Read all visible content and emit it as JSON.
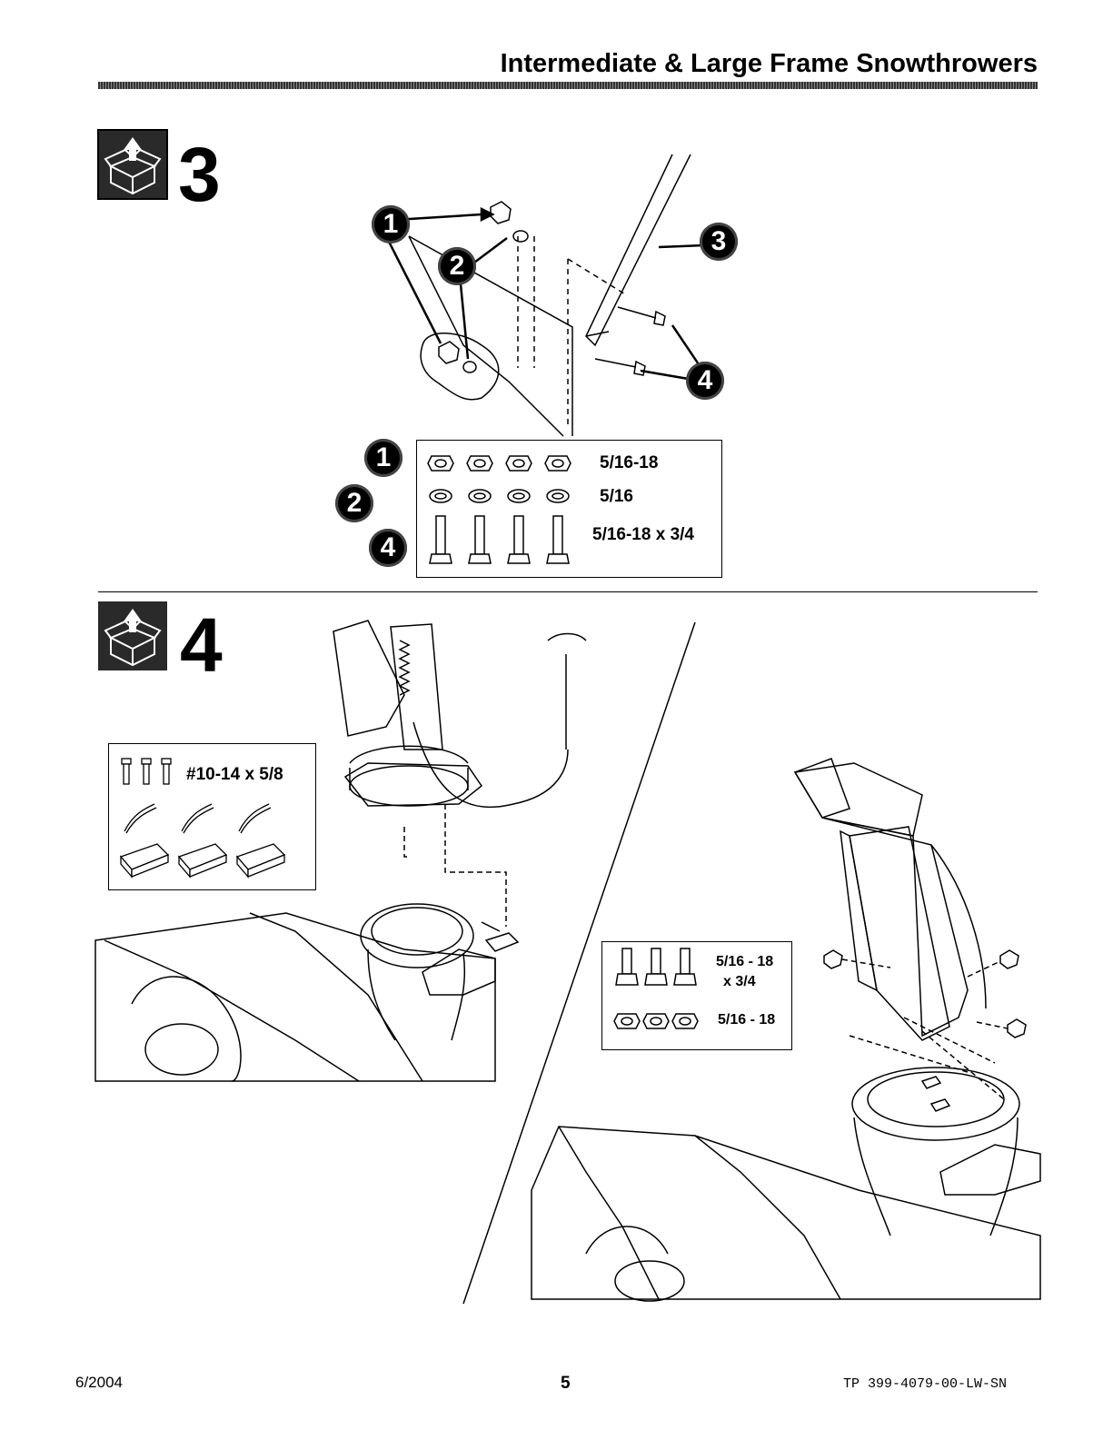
{
  "header": {
    "title": "Intermediate & Large Frame Snowthrowers"
  },
  "step3": {
    "number": "3",
    "callouts": [
      "1",
      "2",
      "3",
      "4"
    ],
    "hardware": [
      {
        "callout": "1",
        "label": "5/16-18"
      },
      {
        "callout": "2",
        "label": "5/16"
      },
      {
        "callout": "4",
        "label": "5/16-18 x 3/4"
      }
    ]
  },
  "step4": {
    "number": "4",
    "kit_left": {
      "label": "#10-14 x 5/8"
    },
    "kit_right": {
      "bolt_label_1": "5/16 - 18",
      "bolt_label_2": "x 3/4",
      "nut_label": "5/16 - 18"
    }
  },
  "footer": {
    "date": "6/2004",
    "page": "5",
    "doc_code": "TP 399-4079-00-LW-SN"
  },
  "icons": [
    "unpack-box-icon"
  ]
}
